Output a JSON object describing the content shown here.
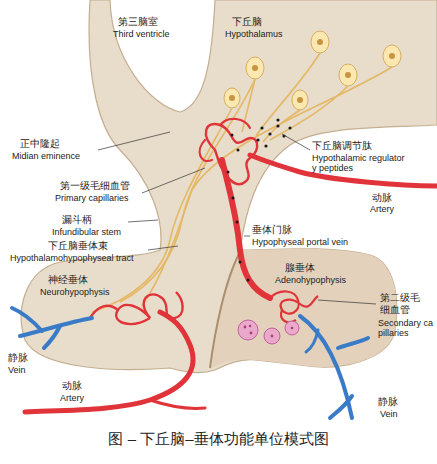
{
  "diagram": {
    "caption": "图 – 下丘脑–垂体功能单位模式图",
    "labels": [
      "第三脑室",
      "Third ventricle",
      "下丘脑",
      "Hypothalamus",
      "下丘脑调节肽",
      "Hypothalamic regulatory peptides",
      "正中隆起",
      "Midian eminence",
      "动脉",
      "Artery",
      "第一级毛细血管",
      "Primary capillaries",
      "漏斗柄",
      "Infundibular stem",
      "下丘脑垂体束",
      "Hypothalamohypophyseal tract",
      "垂体门脉",
      "Hypophyseal portal vein",
      "神经垂体",
      "Neurohypophysis",
      "腺垂体",
      "Adenohypophysis",
      "第二级毛细血管",
      "Secondary capillaries",
      "静脉",
      "Vein",
      "动脉",
      "Artery",
      "静脉",
      "Vein"
    ]
  }
}
